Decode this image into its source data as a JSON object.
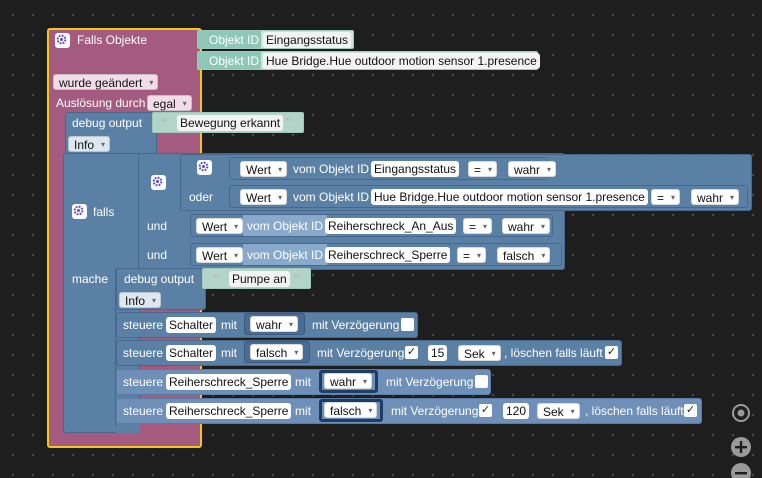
{
  "trigger": {
    "title": "Falls Objekte",
    "changed": "wurde geändert",
    "trigger_by": "Auslösung durch",
    "trigger_value": "egal",
    "objects": [
      {
        "label": "Objekt ID",
        "value": "Eingangsstatus"
      },
      {
        "label": "Objekt ID",
        "value": "Hue Bridge.Hue outdoor motion sensor 1.presence"
      }
    ]
  },
  "debug1": {
    "label": "debug output",
    "text": "Bewegung erkannt",
    "level": "Info"
  },
  "if_block": {
    "falls": "falls",
    "mache": "mache",
    "oder": "oder",
    "und": "und",
    "cond1": {
      "prop": "Wert",
      "from": "vom Objekt ID",
      "obj": "Eingangsstatus",
      "op": "=",
      "val": "wahr"
    },
    "cond2": {
      "prop": "Wert",
      "from": "vom Objekt ID",
      "obj": "Hue Bridge.Hue outdoor motion sensor 1.presence",
      "op": "=",
      "val": "wahr"
    },
    "cond3": {
      "prop": "Wert",
      "from": "vom Objekt ID",
      "obj": "Reiherschreck_An_Aus",
      "op": "=",
      "val": "wahr"
    },
    "cond4": {
      "prop": "Wert",
      "from": "vom Objekt ID",
      "obj": "Reiherschreck_Sperre",
      "op": "=",
      "val": "falsch"
    }
  },
  "debug2": {
    "label": "debug output",
    "text": "Pumpe an",
    "level": "Info"
  },
  "actions": [
    {
      "steuere": "steuere",
      "obj": "Schalter",
      "mit": "mit",
      "val": "wahr",
      "delay": "mit Verzögerung",
      "checked": false
    },
    {
      "steuere": "steuere",
      "obj": "Schalter",
      "mit": "mit",
      "val": "falsch",
      "delay": "mit Verzögerung",
      "checked": true,
      "num": "15",
      "unit": "Sek",
      "clear": ", löschen falls läuft",
      "clear_mark": "✓"
    },
    {
      "steuere": "steuere",
      "obj": "Reiherschreck_Sperre",
      "mit": "mit",
      "val": "wahr",
      "delay": "mit Verzögerung",
      "checked": false
    },
    {
      "steuere": "steuere",
      "obj": "Reiherschreck_Sperre",
      "mit": "mit",
      "val": "falsch",
      "delay": "mit Verzögerung",
      "checked": true,
      "num": "120",
      "unit": "Sek",
      "clear": ", löschen falls läuft",
      "clear_mark": "✓"
    }
  ],
  "check_mark": "✓",
  "controls": {
    "center": "⊙",
    "zoom_in": "+",
    "zoom_out": "−"
  },
  "icons": {
    "gear": "gear-icon",
    "dropdown": "chevron-down-icon"
  }
}
